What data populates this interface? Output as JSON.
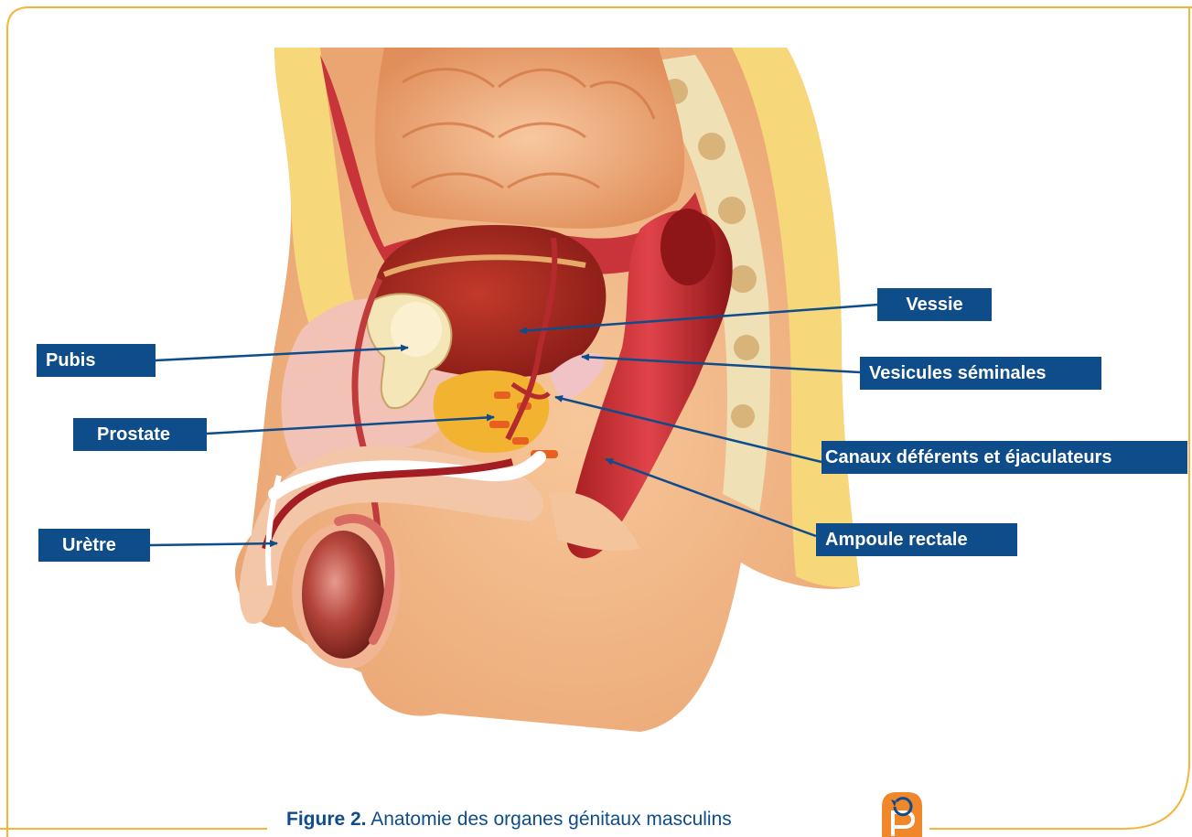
{
  "labels": {
    "vessie": "Vessie",
    "pubis": "Pubis",
    "vesicules": "Vesicules séminales",
    "prostate": "Prostate",
    "canaux": "Canaux déférents et éjaculateurs",
    "uretre": "Urètre",
    "ampoule": "Ampoule rectale"
  },
  "caption": {
    "figure_number": "Figure 2.",
    "text": "Anatomie des organes génitaux masculins"
  },
  "colors": {
    "frame": "#f3b53c",
    "label_bg": "#0f4c8a",
    "arrow": "#0f4c8a",
    "caption": "#0f4c8a",
    "logo": "#f0872b"
  }
}
